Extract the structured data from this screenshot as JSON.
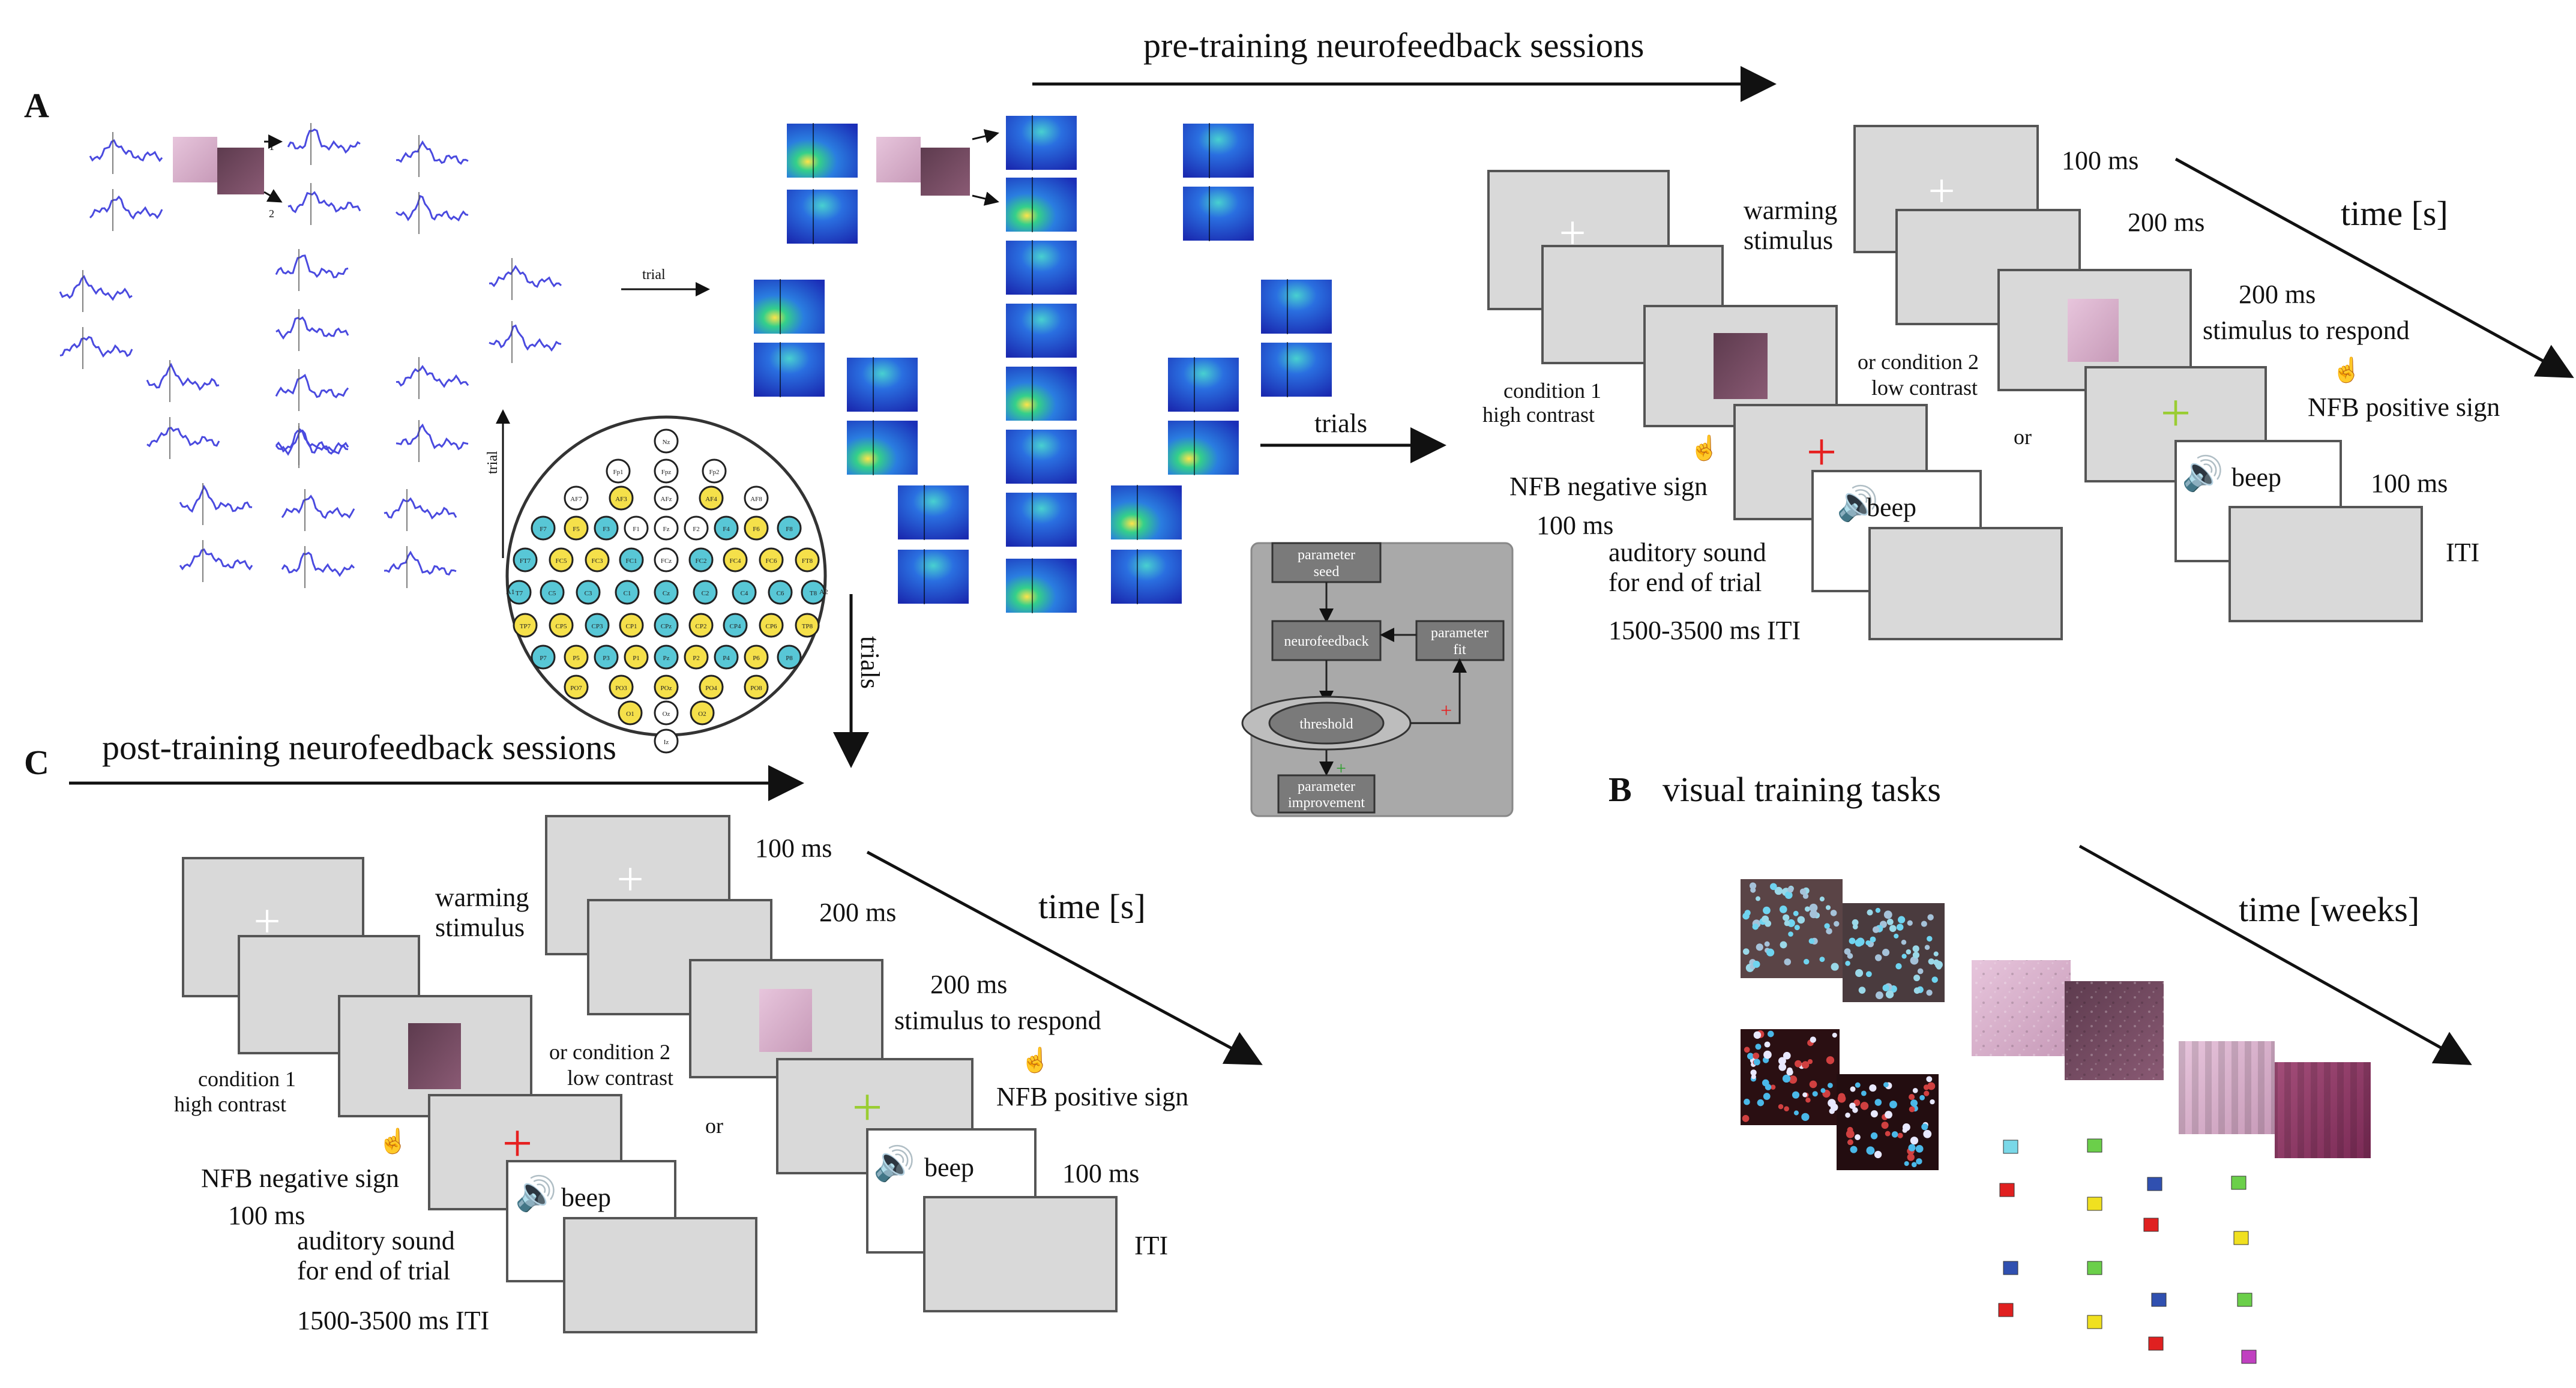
{
  "panel_letters": {
    "a": "A",
    "b": "B",
    "c": "C"
  },
  "headers": {
    "pre": "pre-training neurofeedback sessions",
    "post": "post-training neurofeedback sessions",
    "visual": "visual training tasks"
  },
  "eeg": {
    "trial_label": "trial",
    "trial_label_vertical": "trial",
    "arrow_num_1": "1",
    "arrow_num_2": "2"
  },
  "flow": {
    "trials_right": "trials",
    "trials_down": "trials"
  },
  "flowchart": {
    "seed": [
      "parameter",
      "seed"
    ],
    "nf": "neurofeedback",
    "fit": [
      "parameter",
      "fit"
    ],
    "threshold": "threshold",
    "improve": [
      "parameter",
      "improvement"
    ]
  },
  "protocol": {
    "warming": [
      "warming",
      "stimulus"
    ],
    "ms100": "100 ms",
    "ms200": "200 ms",
    "ms200b": "200 ms",
    "respond": "stimulus to respond",
    "nfb_pos": "NFB positive sign",
    "nfb_neg": "NFB negative sign",
    "cond1": [
      "condition 1",
      "high  contrast"
    ],
    "cond2": [
      "or condition 2",
      "low contrast"
    ],
    "or": "or",
    "beep": "beep",
    "auditory": [
      "auditory  sound",
      "for  end of trial"
    ],
    "iti_range": "1500-3500 ms  ITI",
    "iti": "ITI",
    "time_s": "time  [s]"
  },
  "visual": {
    "time_weeks": "time  [weeks]"
  },
  "electrodes": [
    "Nz",
    "Fp1",
    "Fpz",
    "Fp2",
    "AF7",
    "AF3",
    "AFz",
    "AF4",
    "AF8",
    "F7",
    "F5",
    "F3",
    "F1",
    "Fz",
    "F2",
    "F4",
    "F6",
    "F8",
    "FT7",
    "FC5",
    "FC3",
    "FC1",
    "FCz",
    "FC2",
    "FC4",
    "FC6",
    "FT8",
    "T7",
    "C5",
    "C3",
    "C1",
    "Cz",
    "C2",
    "C4",
    "C6",
    "T8",
    "TP7",
    "CP5",
    "CP3",
    "CP1",
    "CPz",
    "CP2",
    "CP4",
    "CP6",
    "TP8",
    "P7",
    "P5",
    "P3",
    "P1",
    "Pz",
    "P2",
    "P4",
    "P6",
    "P8",
    "PO7",
    "PO3",
    "POz",
    "PO4",
    "PO8",
    "O1",
    "Oz",
    "O2",
    "Iz",
    "A1",
    "A2"
  ],
  "colors": {
    "panel_gray": "#d9d9d9",
    "red_cross": "#e62020",
    "green_cross": "#9acd32",
    "heat_bg": "#1e3ccf",
    "flow_bg": "#a8a8a8"
  }
}
